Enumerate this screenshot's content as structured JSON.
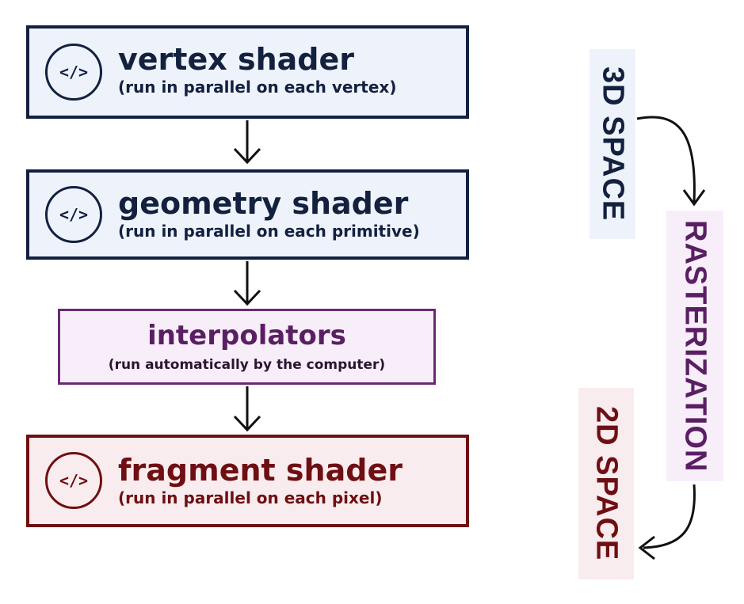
{
  "stages": {
    "vertex": {
      "icon_glyph": "</>",
      "icon": "code-icon",
      "title": "vertex shader",
      "subtitle": "(run in parallel on each vertex)"
    },
    "geometry": {
      "icon_glyph": "</>",
      "icon": "code-icon",
      "title": "geometry shader",
      "subtitle": "(run in parallel on each primitive)"
    },
    "interpolators": {
      "title": "interpolators",
      "subtitle": "(run automatically by the computer)"
    },
    "fragment": {
      "icon_glyph": "</>",
      "icon": "code-icon",
      "title": "fragment shader",
      "subtitle": "(run in parallel on each pixel)"
    }
  },
  "spaces": {
    "three_d": "3D SPACE",
    "rasterization": "RASTERIZATION",
    "two_d": "2D SPACE"
  },
  "colors": {
    "navy": "#13213f",
    "navy_fill": "#eef3fb",
    "purple": "#5a1f63",
    "purple_fill": "#f8eefa",
    "maroon": "#6e0f13",
    "maroon_fill": "#f9ecee"
  }
}
